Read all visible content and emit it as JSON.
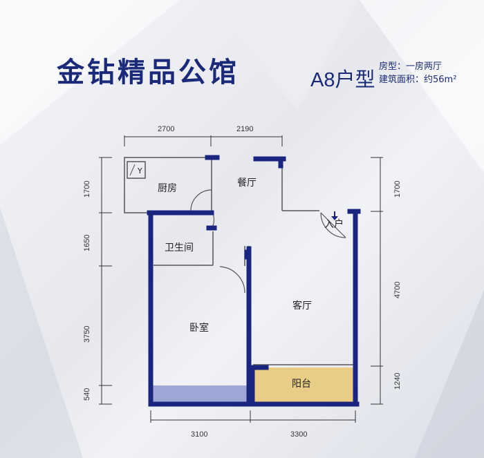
{
  "header": {
    "title": "金钻精品公馆",
    "unit_type": "A8户型",
    "layout_label": "房型：一房两厅",
    "area_label": "建筑面积：约56m²"
  },
  "rooms": {
    "kitchen": "厨房",
    "dining": "餐厅",
    "entrance": "入户",
    "bathroom": "卫生间",
    "living": "客厅",
    "bedroom": "卧室",
    "balcony": "阳台"
  },
  "fixtures": {
    "kitchen_mark": "Y"
  },
  "dimensions": {
    "top": [
      "2700",
      "2190"
    ],
    "bottom": [
      "3100",
      "3300"
    ],
    "left": [
      "1700",
      "1650",
      "3750",
      "540"
    ],
    "right": [
      "1700",
      "4700",
      "1240"
    ]
  },
  "colors": {
    "wall": "#1a2580",
    "title": "#1a2a78",
    "balcony_fill": "#e9cd86",
    "bedroom_balcony_fill": "#9fa7d6"
  }
}
